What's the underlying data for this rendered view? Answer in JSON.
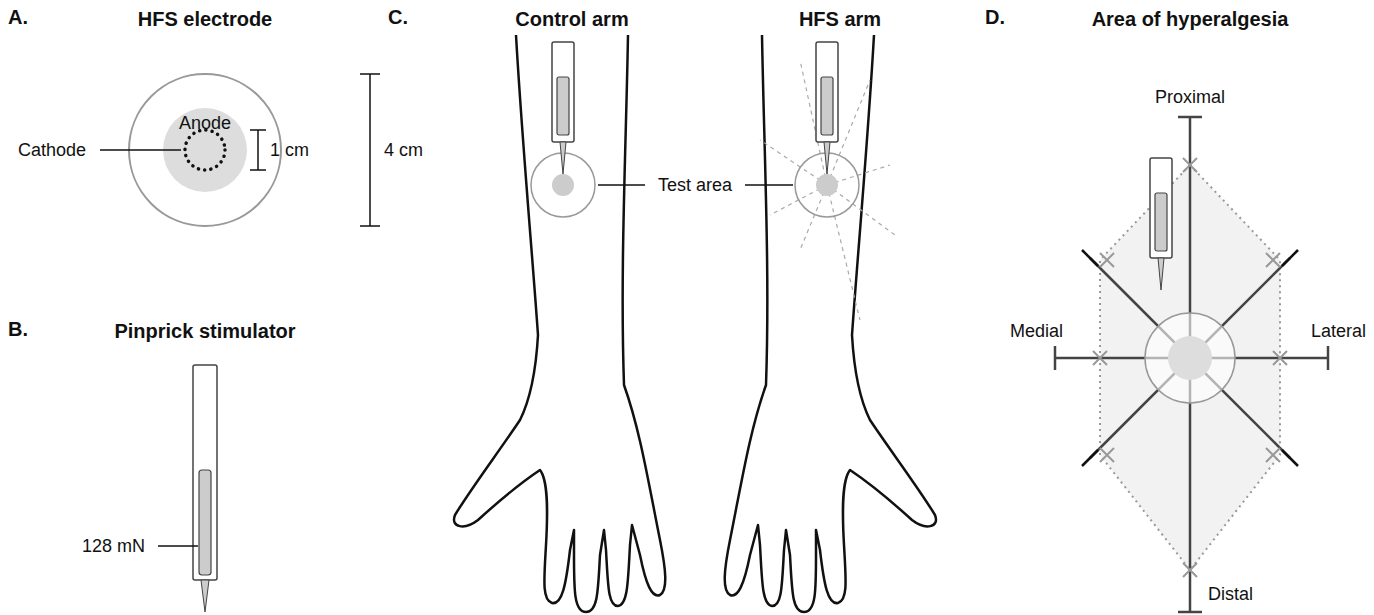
{
  "diagram": {
    "labels": [
      "A.",
      "HFS electrode",
      "Anode",
      "Cathode",
      "1 cm",
      "4 cm",
      "B.",
      "Pinprick stimulator",
      "128 mN",
      "C.",
      "Control arm",
      "HFS arm",
      "Test area",
      "D.",
      "Area of hyperalgesia",
      "Proximal",
      "Medial",
      "Lateral",
      "Distal"
    ]
  }
}
